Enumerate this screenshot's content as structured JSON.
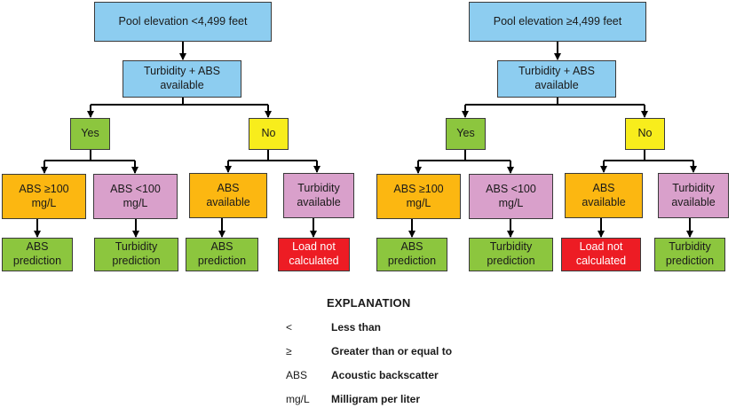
{
  "colors": {
    "blue": "#8dcdf0",
    "green": "#8cc63e",
    "yellow": "#f8ed1c",
    "orange": "#fcb711",
    "pink": "#d9a0cb",
    "red": "#ed1c24",
    "line": "#000000"
  },
  "left_tree": {
    "root": "Pool elevation <4,499 feet",
    "question": "Turbidity + ABS\navailable",
    "yes": "Yes",
    "no": "No",
    "abs_high": "ABS ≥100\nmg/L",
    "abs_low": "ABS <100\nmg/L",
    "abs_available": "ABS\navailable",
    "turbidity_available": "Turbidity\navailable",
    "out_abs_prediction": "ABS\nprediction",
    "out_turbidity_prediction": "Turbidity\nprediction",
    "out_abs_prediction_2": "ABS\nprediction",
    "out_load_not_calculated": "Load not\ncalculated"
  },
  "right_tree": {
    "root": "Pool elevation ≥4,499 feet",
    "question": "Turbidity  + ABS\navailable",
    "yes": "Yes",
    "no": "No",
    "abs_high": "ABS ≥100\nmg/L",
    "abs_low": "ABS <100\nmg/L",
    "abs_available": "ABS\navailable",
    "turbidity_available": "Turbidity\navailable",
    "out_abs_prediction": "ABS\nprediction",
    "out_turbidity_prediction": "Turbidity\nprediction",
    "out_load_not_calculated": "Load not\ncalculated",
    "out_turbidity_prediction_2": "Turbidity\nprediction"
  },
  "explanation": {
    "title": "EXPLANATION",
    "items": [
      {
        "symbol": "<",
        "definition": "Less than"
      },
      {
        "symbol": "≥",
        "definition": "Greater than or equal to"
      },
      {
        "symbol": "ABS",
        "definition": "Acoustic backscatter"
      },
      {
        "symbol": "mg/L",
        "definition": "Milligram per liter"
      }
    ]
  }
}
